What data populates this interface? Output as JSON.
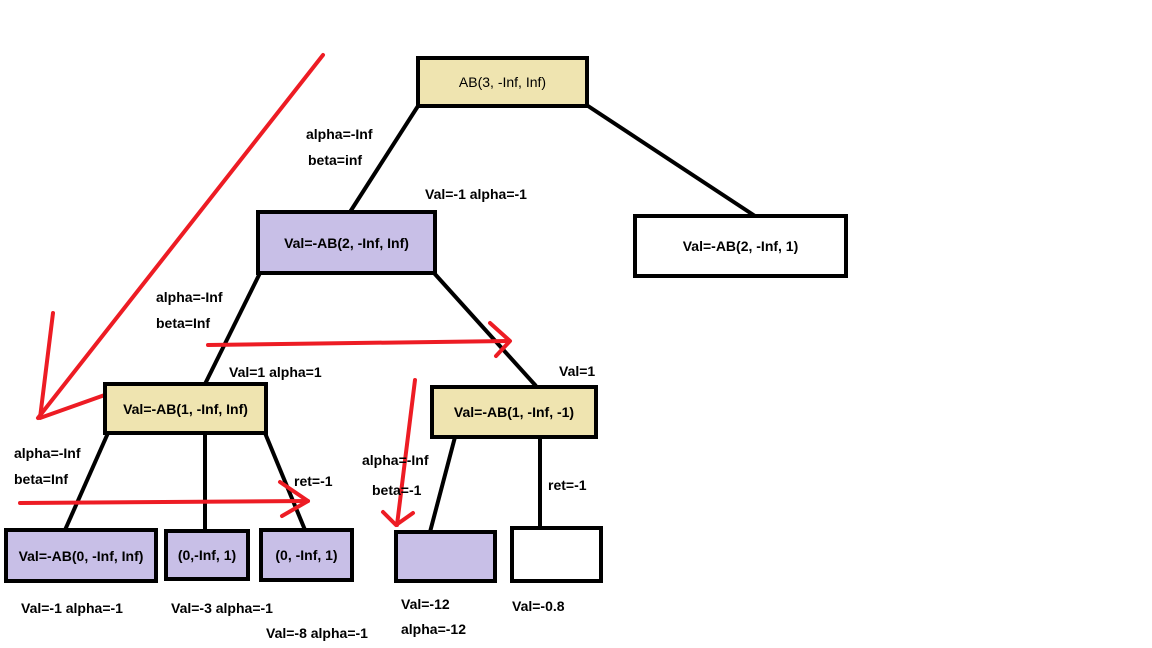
{
  "colors": {
    "tan": "#efe4b0",
    "lavender": "#c8bfe7",
    "white": "#ffffff",
    "arrow": "#ed1c24"
  },
  "nodes": {
    "root": "AB(3, -Inf, Inf)",
    "n2_left": "Val=-AB(2, -Inf, Inf)",
    "n2_right": "Val=-AB(2, -Inf, 1)",
    "n1_left": "Val=-AB(1, -Inf, Inf)",
    "n1_right": "Val=-AB(1, -Inf, -1)",
    "leaf1": "Val=-AB(0, -Inf, Inf)",
    "leaf2": "(0,-Inf, 1)",
    "leaf3": "(0, -Inf, 1)",
    "leaf4": "",
    "leaf5": ""
  },
  "labels": {
    "root_edge_alpha": "alpha=-Inf",
    "root_edge_beta": "beta=inf",
    "n2_left_result": "Val=-1 alpha=-1",
    "n2_edge_alpha": "alpha=-Inf",
    "n2_edge_beta": "beta=Inf",
    "n1_left_result": "Val=1 alpha=1",
    "n1_right_result": "Val=1",
    "n1_edge_alpha": "alpha=-Inf",
    "n1_edge_beta": "beta=Inf",
    "leaf3_ret": "ret=-1",
    "n1r_edge_alpha": "alpha=-Inf",
    "n1r_edge_beta": "beta=-1",
    "leaf5_ret": "ret=-1",
    "leaf1_result": "Val=-1 alpha=-1",
    "leaf2_result": "Val=-3 alpha=-1",
    "leaf3_result": "Val=-8 alpha=-1",
    "leaf4_val": "Val=-12",
    "leaf4_alpha": "alpha=-12",
    "leaf5_val": "Val=-0.8"
  }
}
